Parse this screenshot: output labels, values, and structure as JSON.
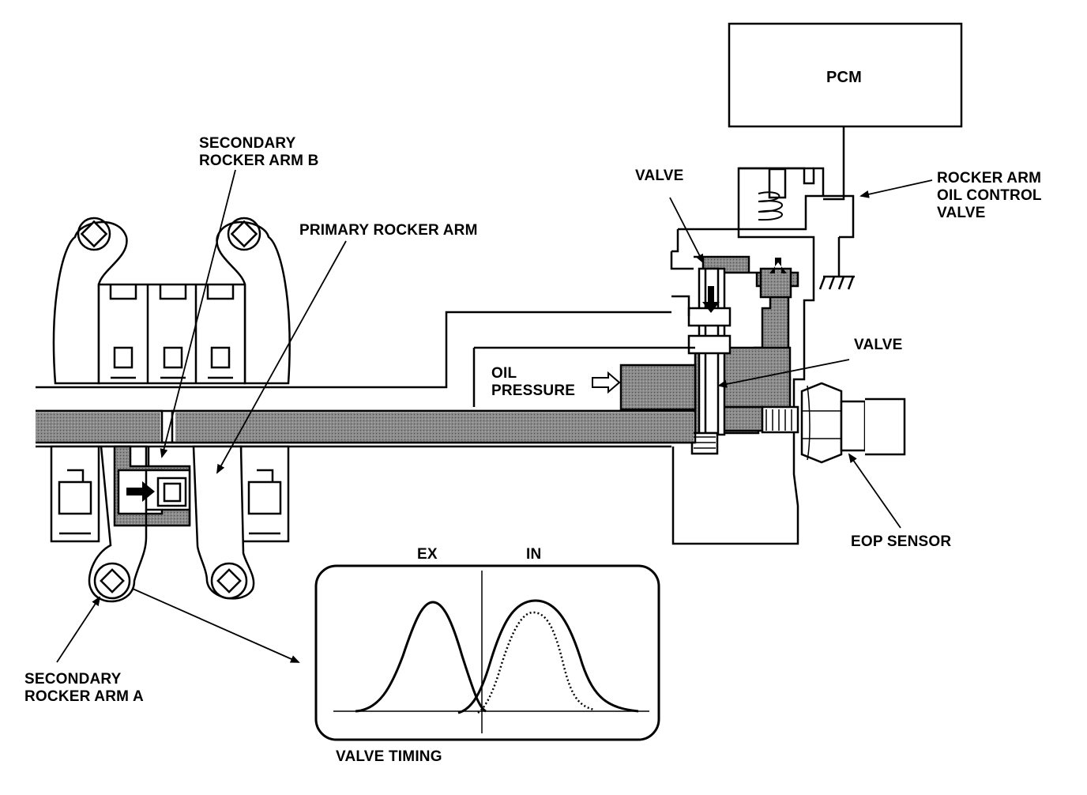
{
  "labels": {
    "pcm": "PCM",
    "secondary_rocker_arm_b": [
      "SECONDARY",
      "ROCKER ARM B"
    ],
    "primary_rocker_arm": "PRIMARY ROCKER ARM",
    "valve_top": "VALVE",
    "rocker_arm_oil_control_valve": [
      "ROCKER ARM",
      "OIL CONTROL",
      "VALVE"
    ],
    "valve_mid": "VALVE",
    "oil_pressure": [
      "OIL",
      "PRESSURE"
    ],
    "eop_sensor": "EOP SENSOR",
    "secondary_rocker_arm_a": [
      "SECONDARY",
      "ROCKER ARM A"
    ],
    "ex": "EX",
    "in": "IN",
    "valve_timing": "VALVE TIMING"
  },
  "colors": {
    "line": "#000000",
    "oil_fill": "#7a7a7a",
    "background": "#ffffff"
  }
}
